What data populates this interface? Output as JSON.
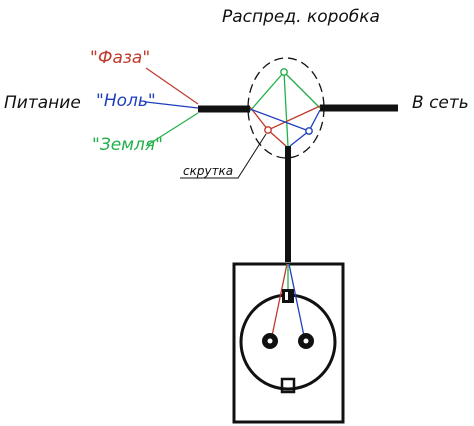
{
  "labels": {
    "junction_box": "Распред. коробка",
    "supply": "Питание",
    "to_network": "В сеть",
    "phase": "\"Фаза\"",
    "neutral": "\"Ноль\"",
    "ground": "\"Земля\"",
    "twist": "скрутка"
  },
  "colors": {
    "phase": "#c0392b",
    "neutral": "#1f3fbf",
    "ground": "#22b04a",
    "cable": "#111111",
    "line": "#000000"
  }
}
